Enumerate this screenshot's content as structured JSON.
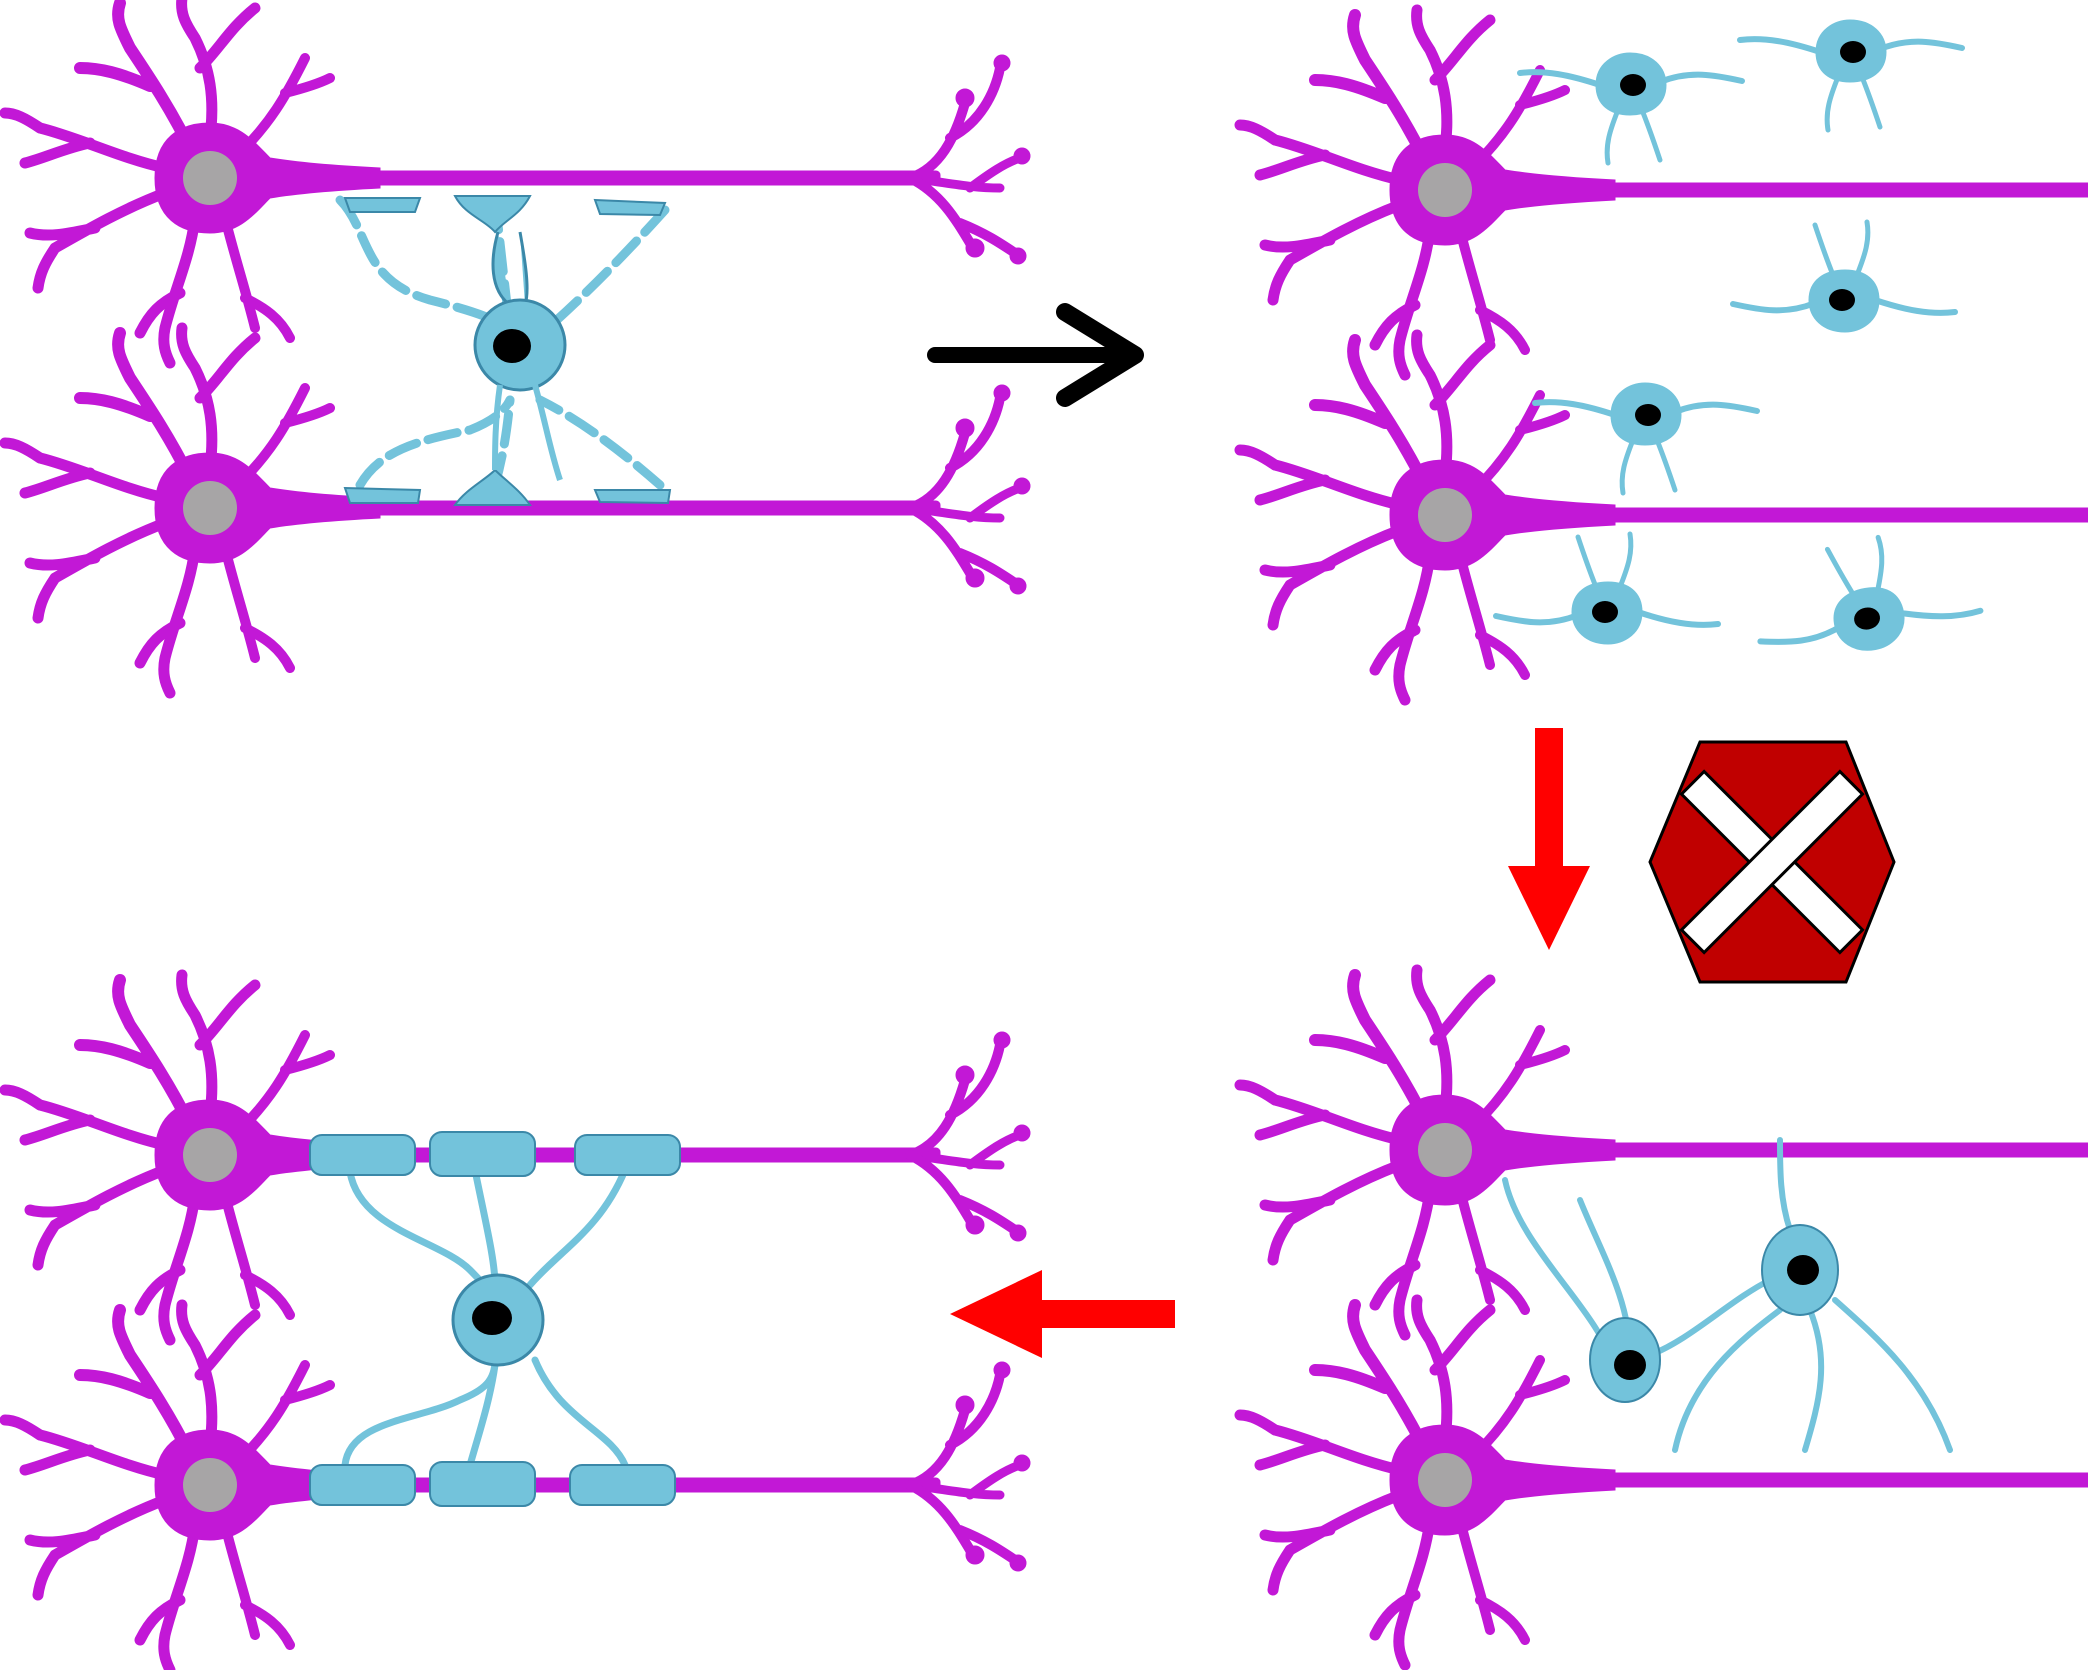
{
  "colors": {
    "neuron": "#c218d6",
    "nucleus": "#a7a5a6",
    "glia": "#73c3db",
    "glia_stroke": "#3b88a8",
    "glia_nucleus": "#000000",
    "arrow_black": "#000000",
    "arrow_red": "#ff0000",
    "stop_fill": "#c00000",
    "stop_x": "#ffffff",
    "background": "#ffffff"
  },
  "panels": [
    {
      "id": "healthy",
      "state": "myelinated-degenerating",
      "neurons": 2,
      "glia_cells": 1
    },
    {
      "id": "demyelinated",
      "state": "glia-detached",
      "neurons": 2,
      "glia_cells": 6
    },
    {
      "id": "remyelination-blocked",
      "state": "glia-not-wrapping",
      "neurons": 2,
      "glia_cells": 2
    },
    {
      "id": "remyelinated",
      "state": "myelin-segments",
      "neurons": 2,
      "glia_cells": 1
    }
  ],
  "arrows": [
    {
      "id": "arrow-right",
      "direction": "right",
      "color": "black"
    },
    {
      "id": "arrow-down",
      "direction": "down",
      "color": "red"
    },
    {
      "id": "arrow-left",
      "direction": "left",
      "color": "red"
    }
  ],
  "icons": {
    "stop": "stop-x-icon"
  }
}
